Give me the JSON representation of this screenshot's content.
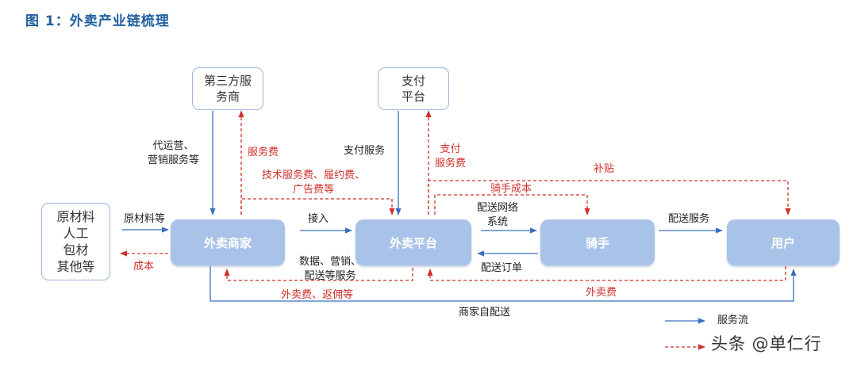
{
  "figure_title": "图 1：外卖产业链梳理",
  "nodes": {
    "third_party": "第三方服\n务商",
    "payment_platform": "支付\n平台",
    "raw_materials": "原材料\n人工\n包材\n其他等",
    "merchant": "外卖商家",
    "platform": "外卖平台",
    "rider": "骑手",
    "user": "用户"
  },
  "labels": {
    "ops_marketing": "代运营、\n营销服务等",
    "service_fee": "服务费",
    "pay_service": "支付服务",
    "pay_service_fee": "支付\n服务费",
    "tech_fee": "技术服务费、履约费、\n广告费等",
    "subsidy": "补贴",
    "rider_cost": "骑手成本",
    "raw_materials_etc": "原材料等",
    "access": "接入",
    "delivery_network": "配送网络\n系统",
    "delivery_service": "配送服务",
    "cost": "成本",
    "data_marketing": "数据、营销、\n配送等服务",
    "delivery_order": "配送订单",
    "takeout_fee_rebate": "外卖费、返佣等",
    "takeout_fee": "外卖费",
    "self_delivery": "商家自配送"
  },
  "legend": {
    "service_flow": "服务流"
  },
  "watermark": "头条 @单仁行",
  "colors": {
    "service_flow": "#3a6fbf",
    "money_flow": "#d0302a",
    "node_fill": "#a9c3e8",
    "node_border": "#9bb6dd",
    "title": "#1f5f9e"
  }
}
